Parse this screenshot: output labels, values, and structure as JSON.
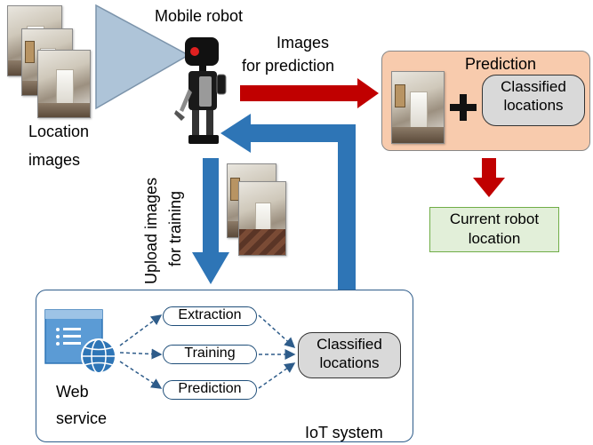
{
  "robot": {
    "label": "Mobile robot"
  },
  "location_images": {
    "label_line1": "Location",
    "label_line2": "images"
  },
  "images_for_prediction": {
    "line1": "Images",
    "line2": "for prediction"
  },
  "prediction_box": {
    "title": "Prediction",
    "classified_line1": "Classified",
    "classified_line2": "locations",
    "color": "#f8cbad"
  },
  "current_location": {
    "line1": "Current robot",
    "line2": "location",
    "color": "#e2efd9"
  },
  "upload_images": {
    "line1": "Upload images",
    "line2": "for training"
  },
  "iot_system": {
    "label": "IoT system",
    "web_service_line1": "Web",
    "web_service_line2": "service",
    "processes": [
      "Extraction",
      "Training",
      "Prediction"
    ],
    "classified_line1": "Classified",
    "classified_line2": "locations"
  },
  "colors": {
    "red_arrow": "#c00000",
    "blue_arrow": "#2e75b6",
    "iot_border": "#2e5c8a"
  },
  "icons": [
    "camera-cone-icon",
    "robot-icon",
    "plus-icon",
    "web-page-icon",
    "globe-icon"
  ]
}
